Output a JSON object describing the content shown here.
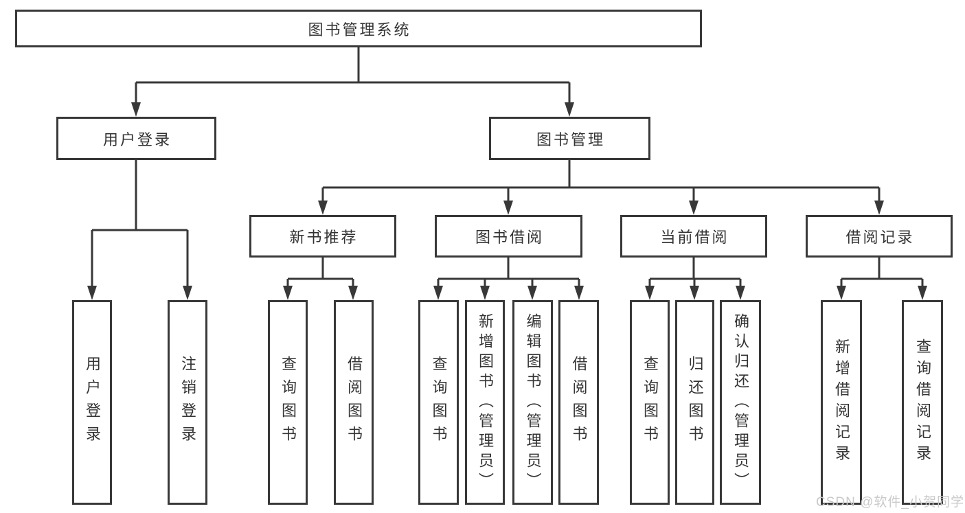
{
  "diagram": {
    "root_label": "图书管理系统",
    "level2": {
      "user_login": "用户登录",
      "book_mgmt": "图书管理"
    },
    "user_login_children": [
      "用户登录",
      "注销登录"
    ],
    "book_mgmt_groups": [
      {
        "label": "新书推荐",
        "children": [
          "查询图书",
          "借阅图书"
        ]
      },
      {
        "label": "图书借阅",
        "children": [
          "查询图书",
          "新增图书（管理员）",
          "编辑图书（管理员）",
          "借阅图书"
        ]
      },
      {
        "label": "当前借阅",
        "children": [
          "查询图书",
          "归还图书",
          "确认归还（管理员）"
        ]
      },
      {
        "label": "借阅记录",
        "children": [
          "新增借阅记录",
          "查询借阅记录"
        ]
      }
    ]
  },
  "watermark": "CSDN @软件_小贺同学",
  "colors": {
    "line": "#383838",
    "text": "#333333",
    "background": "#ffffff",
    "watermark": "#c9c9c9"
  }
}
